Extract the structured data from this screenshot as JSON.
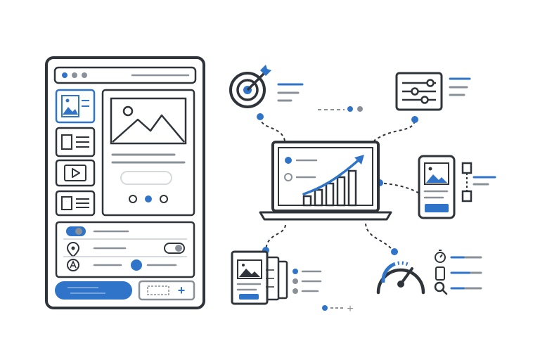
{
  "colors": {
    "ink": "#2f343a",
    "accent": "#2f74c8",
    "muted": "#8a9097",
    "light": "#c9ced3",
    "bg": "#ffffff"
  },
  "app_mockup": {
    "window_dots": 3,
    "sidebar_icons": [
      "image-icon",
      "text-image-icon",
      "play-icon",
      "list-icon"
    ],
    "carousel_dots": 3,
    "carousel_active_dot": 2,
    "settings_rows": [
      "toggle-on",
      "location-pin-icon",
      "font-a-icon"
    ],
    "primary_button": {
      "state": "filled"
    },
    "secondary_button": {
      "icon": "plus-icon"
    }
  },
  "diagram_nodes": [
    {
      "id": "target",
      "icon": "target-icon"
    },
    {
      "id": "settings-sliders",
      "icon": "sliders-icon"
    },
    {
      "id": "laptop-growth",
      "icon": "bar-chart-icon"
    },
    {
      "id": "mobile-preview",
      "icon": "phone-icon"
    },
    {
      "id": "content-stack",
      "icon": "document-stack-icon"
    },
    {
      "id": "performance",
      "icon": "speedometer-icon"
    },
    {
      "id": "tools",
      "icons": [
        "stopwatch-icon",
        "mobile-icon",
        "search-icon"
      ]
    }
  ],
  "laptop_chart": {
    "bars": [
      1,
      2,
      3,
      4,
      5
    ],
    "trend": "upward"
  },
  "ui_symbols": {
    "plus": "+"
  }
}
